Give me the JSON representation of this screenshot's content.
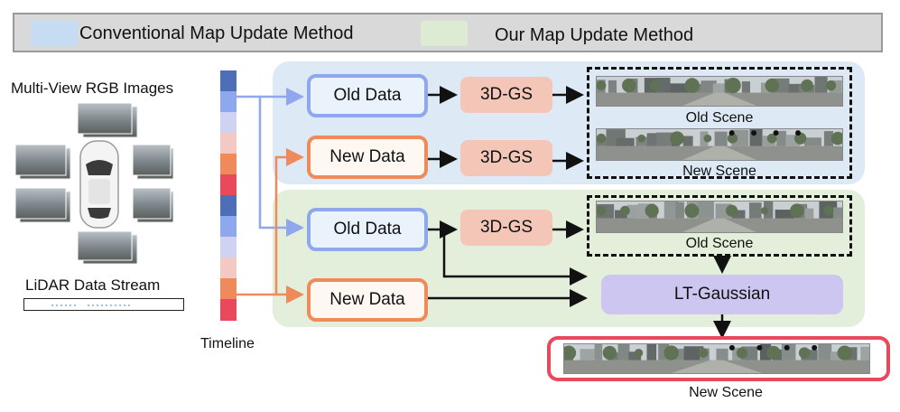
{
  "legend": {
    "conventional_label": "Conventional Map Update Method",
    "ours_label": "Our Map Update Method",
    "conventional_color": "#c6dcf2",
    "ours_color": "#dcebd2"
  },
  "inputs": {
    "rgb_label": "Multi-View RGB Images",
    "lidar_label": "LiDAR Data Stream",
    "timeline_label": "Timeline",
    "timeline_colors": [
      "#4e6fb8",
      "#8fa7ec",
      "#cfd2f2",
      "#f4c9c4",
      "#ef8a5a",
      "#e8495b",
      "#4e6fb8",
      "#8fa7ec",
      "#cfd2f2",
      "#f4c9c4",
      "#ef8a5a",
      "#e8495b"
    ]
  },
  "conventional": {
    "old_data": "Old Data",
    "new_data": "New Data",
    "gs_top": "3D-GS",
    "gs_bottom": "3D-GS",
    "old_scene": "Old Scene",
    "new_scene": "New Scene"
  },
  "ours": {
    "old_data": "Old Data",
    "new_data": "New Data",
    "gs": "3D-GS",
    "old_scene": "Old Scene",
    "lt_gaussian": "LT-Gaussian",
    "new_scene": "New Scene"
  }
}
